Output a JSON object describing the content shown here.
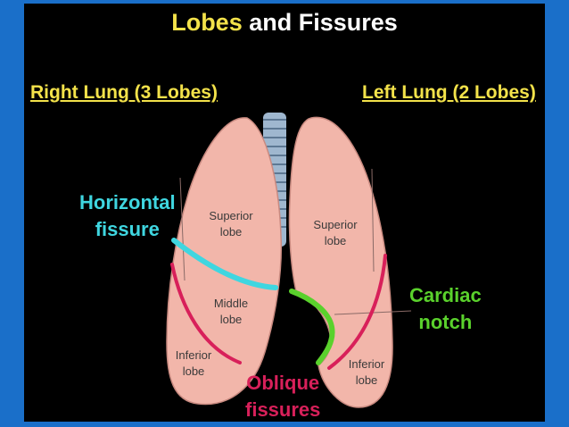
{
  "title": {
    "part1": "Lobes",
    "part2": "and Fissures"
  },
  "headings": {
    "right": "Right Lung (3 Lobes)",
    "left": "Left Lung (2 Lobes)"
  },
  "callouts": {
    "horizontal": [
      "Horizontal",
      "fissure"
    ],
    "cardiac": [
      "Cardiac",
      "notch"
    ],
    "oblique": [
      "Oblique",
      "fissures"
    ]
  },
  "lobes": {
    "right_superior": [
      "Superior",
      "lobe"
    ],
    "right_middle": [
      "Middle",
      "lobe"
    ],
    "right_inferior": [
      "Inferior",
      "lobe"
    ],
    "left_superior": [
      "Superior",
      "lobe"
    ],
    "left_inferior": [
      "Inferior",
      "lobe"
    ]
  },
  "colors": {
    "background": "#1a6fc9",
    "panel": "#000000",
    "title_highlight": "#f3e24a",
    "horizontal_fissure": "#3fd6e0",
    "cardiac_notch": "#5ad12c",
    "oblique_fissure": "#d8205a",
    "lung_tissue": "#f2b6aa"
  }
}
